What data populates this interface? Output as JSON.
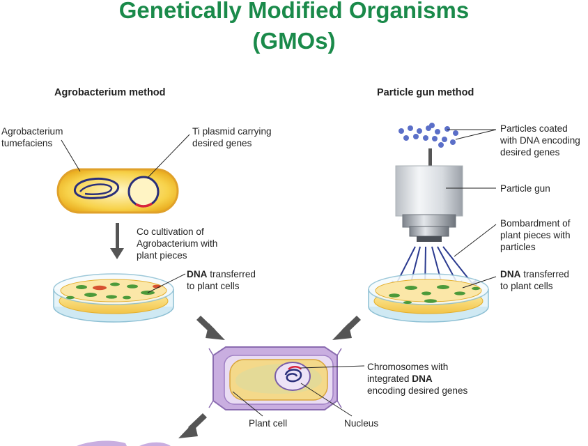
{
  "title": {
    "line1": "Genetically Modified Organisms",
    "line2": "(GMOs)"
  },
  "left": {
    "heading": "Agrobacterium method",
    "bacterium_label": [
      "Agrobacterium",
      "tumefaciens"
    ],
    "plasmid_label": [
      "Ti plasmid carrying",
      "desired genes"
    ],
    "cocultivation_label": [
      "Co cultivation of",
      "Agrobacterium with",
      "plant pieces"
    ],
    "dna_bold": "DNA",
    "dna_rest": " transferred",
    "dna_line2": "to plant cells"
  },
  "right": {
    "heading": "Particle gun method",
    "particles_label": [
      "Particles coated",
      "with DNA encoding",
      "desired genes"
    ],
    "gun_label": "Particle gun",
    "bombardment_label": [
      "Bombardment of",
      "plant pieces with",
      "particles"
    ],
    "dna_bold": "DNA",
    "dna_rest": " transferred",
    "dna_line2": "to plant cells"
  },
  "center": {
    "chromosome_line1": "Chromosomes with",
    "chromosome_line2_pre": "integrated ",
    "chromosome_line2_bold": "DNA",
    "chromosome_line3": "encoding desired genes",
    "plant_cell_label": "Plant cell",
    "nucleus_label": "Nucleus"
  },
  "colors": {
    "title": "#1a8a4a",
    "bacterium": "#f2c230",
    "plasmid": "#2a2f7a",
    "dish": "#cde8f2",
    "cell_wall": "#c9aee0"
  }
}
